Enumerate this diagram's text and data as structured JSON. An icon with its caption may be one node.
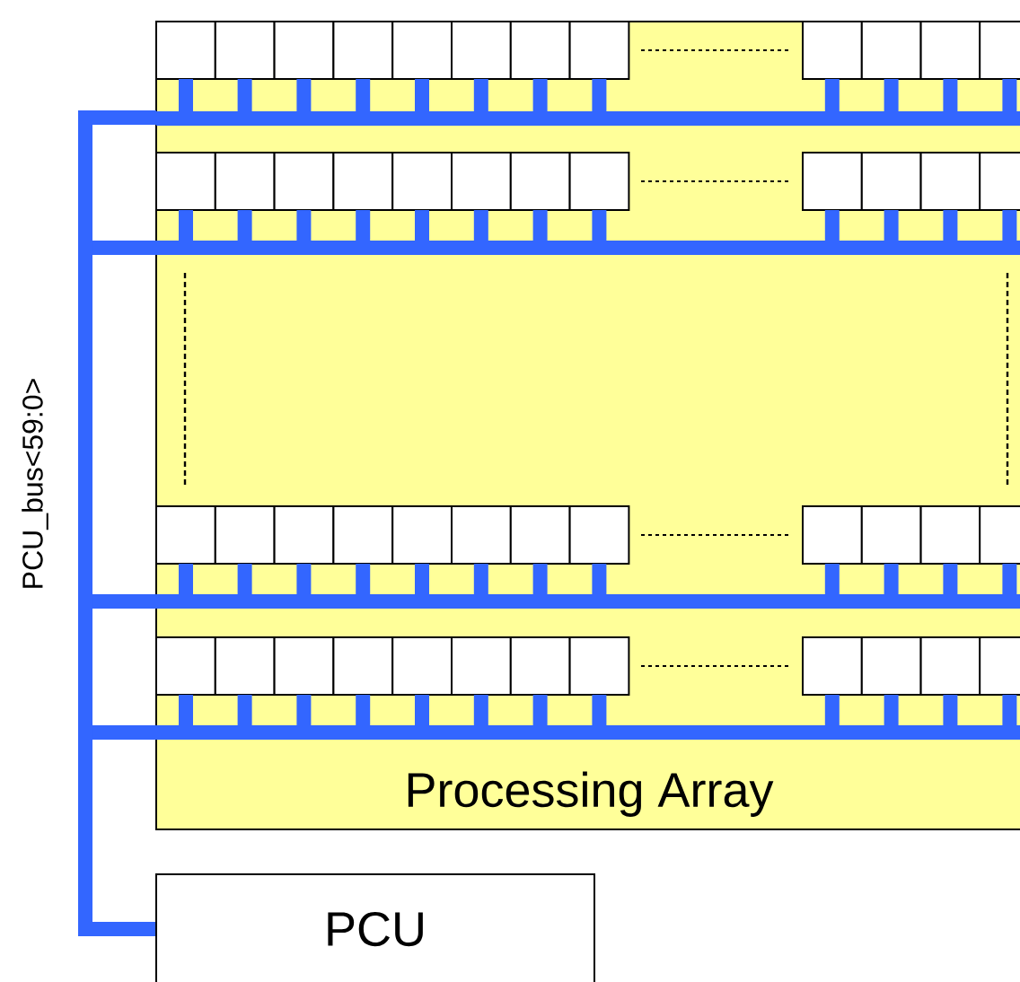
{
  "diagram": {
    "nodes": [
      {
        "text": [
          "Processing Array"
        ]
      },
      {
        "text": [
          "PCU"
        ]
      }
    ],
    "edges": [
      {
        "from": 1,
        "to": 0,
        "arrow": "none",
        "label": "PCU_bus<59:0>",
        "color": "#3366ff"
      }
    ]
  }
}
